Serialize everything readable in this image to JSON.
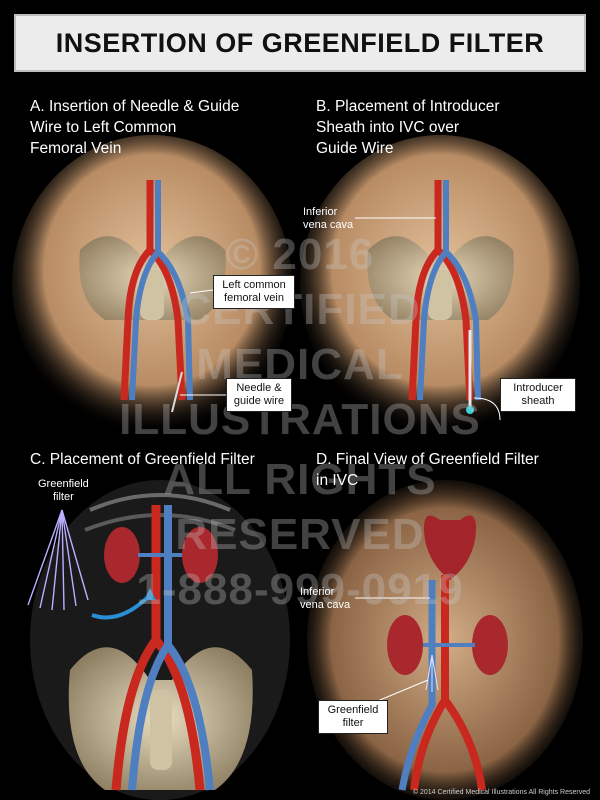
{
  "title": "INSERTION OF GREENFIELD FILTER",
  "panels": {
    "a": {
      "label": "A. Insertion of Needle & Guide\nWire to Left Common\nFemoral Vein"
    },
    "b": {
      "label": "B. Placement of Introducer\nSheath into IVC over\nGuide Wire"
    },
    "c": {
      "label": "C. Placement of Greenfield Filter"
    },
    "d": {
      "label": "D. Final View of Greenfield Filter\nin IVC"
    }
  },
  "callouts": {
    "left_common_femoral_vein": "Left common\nfemoral vein",
    "needle_guide_wire": "Needle &\nguide wire",
    "inferior_vena_cava_b": "Inferior\nvena cava",
    "introducer_sheath": "Introducer\nsheath",
    "greenfield_filter_c": "Greenfield\nfilter",
    "inferior_vena_cava_d": "Inferior\nvena cava",
    "greenfield_filter_d": "Greenfield\nfilter"
  },
  "watermark": {
    "line1": "© 2016",
    "line2": "CERTIFIED",
    "line3": "MEDICAL",
    "line4": "ILLUSTRATIONS",
    "line5": "ALL RIGHTS",
    "line6": "RESERVED",
    "line7": "1-888-999-0919"
  },
  "copyright": "© 2014 Certified Medical Illustrations All Rights Reserved",
  "colors": {
    "artery": "#c8281e",
    "vein": "#4f7fc0",
    "skin": "#d8b48e",
    "bone": "#d9cfb4",
    "kidney": "#a8282e"
  }
}
